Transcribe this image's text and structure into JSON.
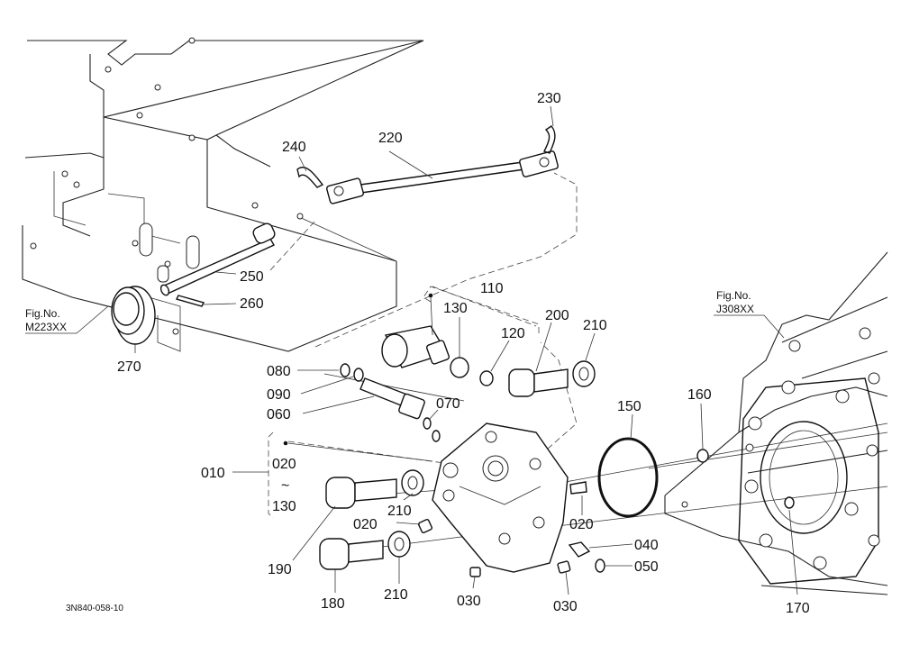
{
  "diagram": {
    "code": "3N840-058-10",
    "fig_left": {
      "line1": "Fig.No.",
      "line2": "M223XX"
    },
    "fig_right": {
      "line1": "Fig.No.",
      "line2": "J308XX"
    },
    "labels": {
      "p010": "010",
      "p020_group": "020",
      "p_tilde": "~",
      "p130_group": "130",
      "p020_a": "020",
      "p020_b": "020",
      "p030_a": "030",
      "p030_b": "030",
      "p040": "040",
      "p050": "050",
      "p060": "060",
      "p070": "070",
      "p080": "080",
      "p090": "090",
      "p110": "110",
      "p120": "120",
      "p130": "130",
      "p150": "150",
      "p160": "160",
      "p170": "170",
      "p180": "180",
      "p190": "190",
      "p200": "200",
      "p210_a": "210",
      "p210_b": "210",
      "p210_c": "210",
      "p220": "220",
      "p230": "230",
      "p240": "240",
      "p250": "250",
      "p260": "260",
      "p270": "270"
    }
  }
}
